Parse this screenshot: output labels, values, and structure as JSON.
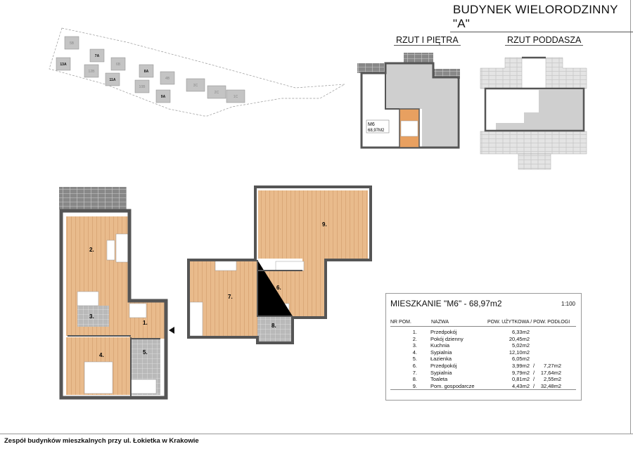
{
  "header": {
    "title": "BUDYNEK WIELORODZINNY \"A\""
  },
  "views": {
    "first_floor": "RZUT I PIĘTRA",
    "attic": "RZUT PODDASZA"
  },
  "unit_tag": {
    "name": "M6",
    "area": "68,97M2"
  },
  "site_plan": {
    "labels": [
      "5B",
      "13A",
      "7A",
      "12B",
      "6B",
      "11A",
      "8A",
      "4B",
      "10B",
      "9A",
      "3C",
      "2C",
      "1C"
    ],
    "highlighted": [
      "13A",
      "7A",
      "11A",
      "8A",
      "9A"
    ]
  },
  "plan": {
    "room_labels": [
      "1.",
      "2.",
      "3.",
      "4.",
      "5.",
      "6.",
      "7.",
      "8.",
      "9."
    ]
  },
  "colors": {
    "floor_wood": "#e9bb8c",
    "wall": "#555555",
    "tile": "#b9b9b9",
    "hall_accent": "#e8a060"
  },
  "table": {
    "title": "MIESZKANIE \"M6\" - 68,97m2",
    "scale": "1:100",
    "headers": {
      "nr": "NR POM.",
      "name": "NAZWA",
      "area": "POW. UŻYTKOWA / POW. PODŁOGI"
    },
    "rows": [
      {
        "nr": "1.",
        "name": "Przedpokój",
        "usable": "6,33m2",
        "sep": "",
        "floor": ""
      },
      {
        "nr": "2.",
        "name": "Pokój dzienny",
        "usable": "20,45m2",
        "sep": "",
        "floor": ""
      },
      {
        "nr": "3.",
        "name": "Kuchnia",
        "usable": "5,02m2",
        "sep": "",
        "floor": ""
      },
      {
        "nr": "4.",
        "name": "Sypialnia",
        "usable": "12,10m2",
        "sep": "",
        "floor": ""
      },
      {
        "nr": "5.",
        "name": "Łazienka",
        "usable": "6,05m2",
        "sep": "",
        "floor": ""
      },
      {
        "nr": "6.",
        "name": "Przedpokój",
        "usable": "3,99m2",
        "sep": "/",
        "floor": "7,27m2"
      },
      {
        "nr": "7.",
        "name": "Sypialnia",
        "usable": "9,79m2",
        "sep": "/",
        "floor": "17,64m2"
      },
      {
        "nr": "8.",
        "name": "Toaleta",
        "usable": "0,81m2",
        "sep": "/",
        "floor": "2,55m2"
      },
      {
        "nr": "9.",
        "name": "Pom. gospodarcze",
        "usable": "4,43m2",
        "sep": "/",
        "floor": "32,48m2"
      }
    ]
  },
  "footer": {
    "text": "Zespół budynków mieszkalnych przy ul. Łokietka w Krakowie"
  }
}
